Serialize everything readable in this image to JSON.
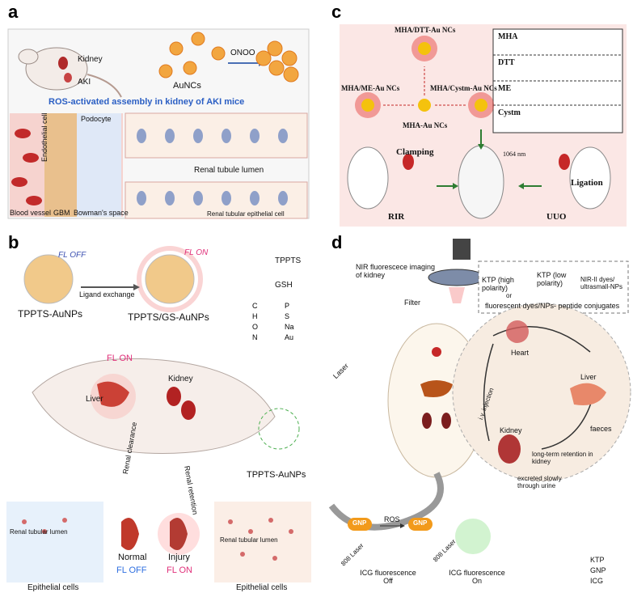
{
  "panel_a": {
    "letter": "a",
    "kidney": "Kidney",
    "aki": "AKI",
    "aunc": "AuNCs",
    "onoo": "ONOO",
    "assembly_title": "ROS-activated assembly in kidney of AKI mice",
    "podocyte": "Podocyte",
    "endothelial": "Endothelial cell",
    "lumen": "Renal tubule lumen",
    "blood_vessel": "Blood vessel",
    "gbm": "GBM",
    "bowman": "Bowman's space",
    "epithelial": "Renal tubular epithelial cell"
  },
  "panel_b": {
    "letter": "b",
    "fl_off": "FL OFF",
    "fl_on": "FL ON",
    "tppts_label": "TPPTS",
    "gsh_label": "GSH",
    "ligand": "Ligand exchange",
    "np_left": "TPPTS-AuNPs",
    "np_right": "TPPTS/GS-AuNPs",
    "elements": [
      "C",
      "P",
      "H",
      "S",
      "O",
      "Na",
      "N",
      "Au"
    ],
    "fl_on_liver": "FL ON",
    "liver": "Liver",
    "kidney": "Kidney",
    "renal_clearance": "Renal clearance",
    "renal_retention": "Renal retention",
    "tppts_aunps2": "TPPTS-AuNPs",
    "lumen_left": "Renal tubular lumen",
    "lumen_right": "Renal tubular lumen",
    "normal": "Normal",
    "injury": "Injury",
    "fl_off_bottom": "FL OFF",
    "fl_on_bottom": "FL ON",
    "epi_left": "Epithelial cells",
    "epi_right": "Epithelial cells"
  },
  "panel_c": {
    "letter": "c",
    "dtt_nc": "MHA/DTT-Au NCs",
    "me_nc": "MHA/ME-Au NCs",
    "cystm_nc": "MHA/Cystm-Au NCs",
    "mha_nc": "MHA-Au NCs",
    "legend": [
      "MHA",
      "DTT",
      "ME",
      "Cystm"
    ],
    "clamping": "Clamping",
    "wavelength": "1064 nm",
    "ligation": "Ligation",
    "rir": "RIR",
    "uuo": "UUO"
  },
  "panel_d": {
    "letter": "d",
    "nir_title": "NIR fluorescece imaging of kidney",
    "filter": "Filter",
    "laser": "Laser",
    "ktp_high": "KTP (high polarity)",
    "ktp_low": "KTP (low polarity)",
    "nir_dyes": "NIR-II dyes/ ultrasmall-NPs",
    "conjugates": "fluorescent dyes/NPs- peptide conjugates",
    "or": "or",
    "heart": "Heart",
    "liver": "Liver",
    "kidney": "Kidney",
    "iv": "i.v. injection",
    "faeces": "faeces",
    "retention": "long-term retention in kidney",
    "excreted": "excreted slowly through urine",
    "gnp1": "GNP",
    "ros": "ROS",
    "gnp2": "GNP",
    "laser808a": "808 Laser",
    "laser808b": "808 Laser",
    "icg_off": "ICG fluorescence Off",
    "icg_on": "ICG fluorescence On",
    "legend_ktp": "KTP",
    "legend_gnp": "GNP",
    "legend_icg": "ICG"
  }
}
